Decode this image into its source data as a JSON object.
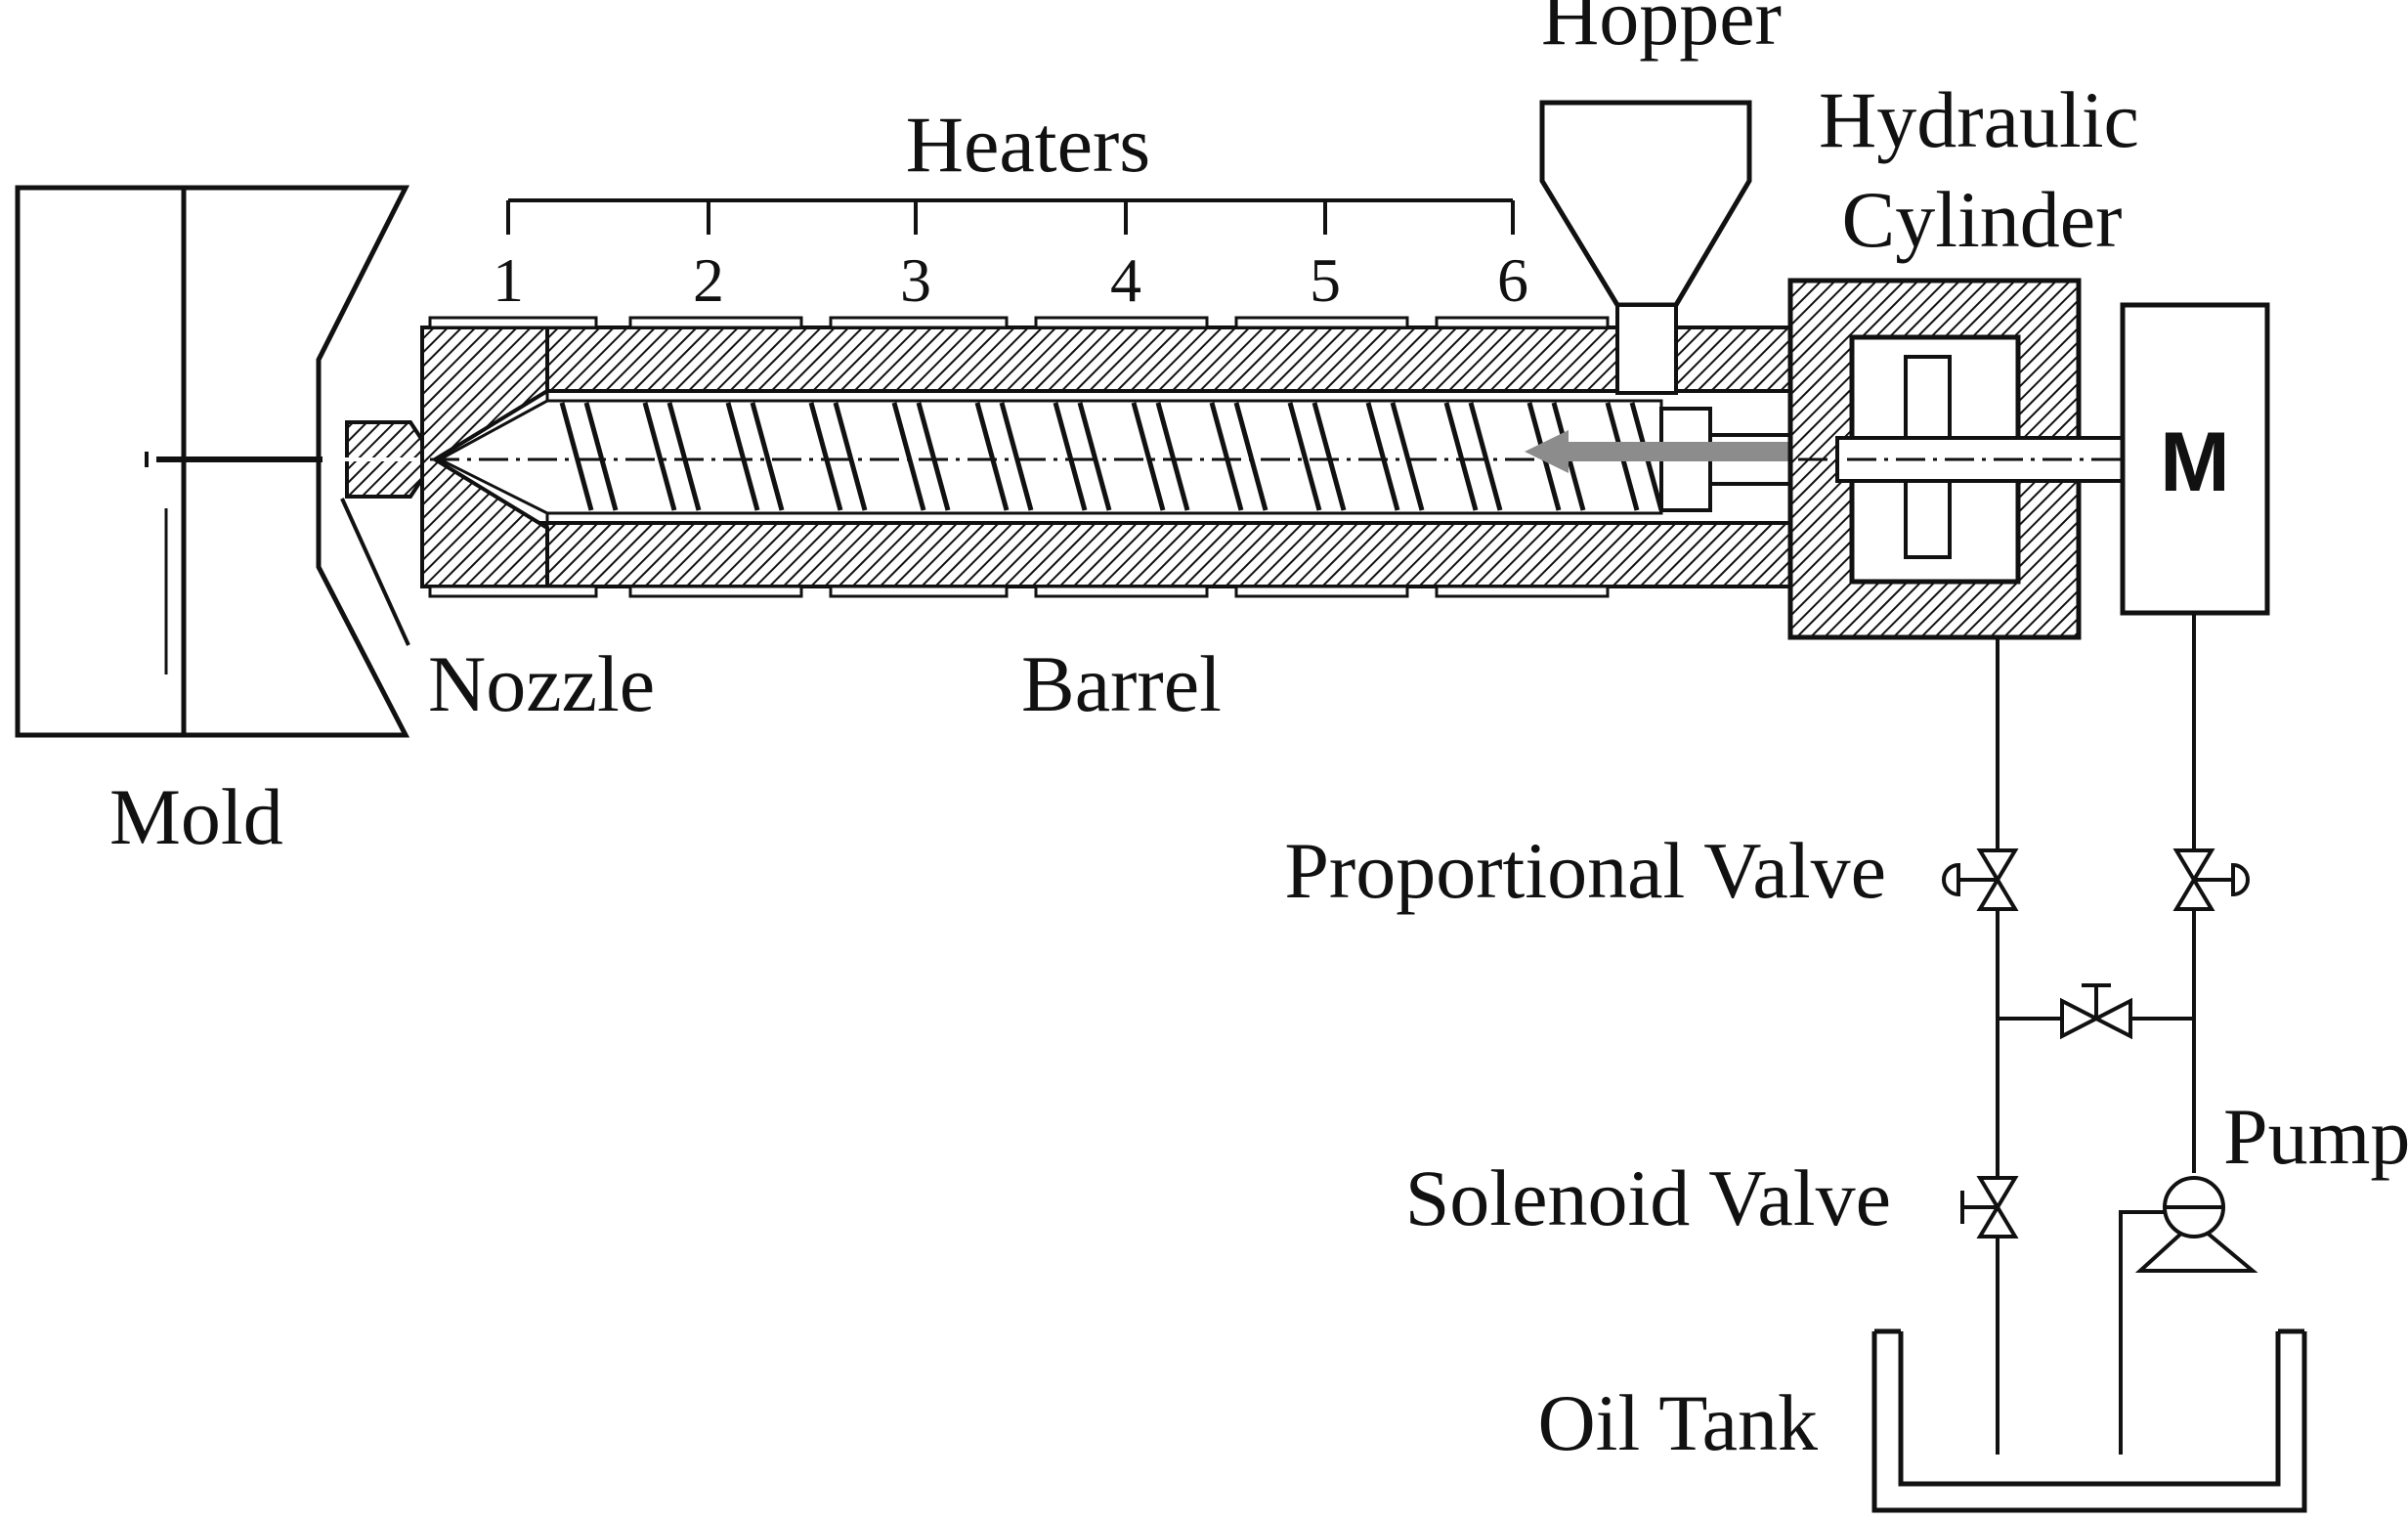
{
  "labels": {
    "hopper": "Hopper",
    "heaters": "Heaters",
    "hydraulic_cylinder_line1": "Hydraulic",
    "hydraulic_cylinder_line2": "Cylinder",
    "nozzle": "Nozzle",
    "barrel": "Barrel",
    "mold": "Mold",
    "motor": "M",
    "proportional_valve": "Proportional Valve",
    "solenoid_valve": "Solenoid Valve",
    "pump": "Pump",
    "oil_tank": "Oil Tank"
  },
  "heater_numbers": [
    "1",
    "2",
    "3",
    "4",
    "5",
    "6"
  ],
  "colors": {
    "line": "#111111",
    "hatch": "#111111",
    "arrow": "#8c8c8c",
    "background": "#ffffff"
  }
}
